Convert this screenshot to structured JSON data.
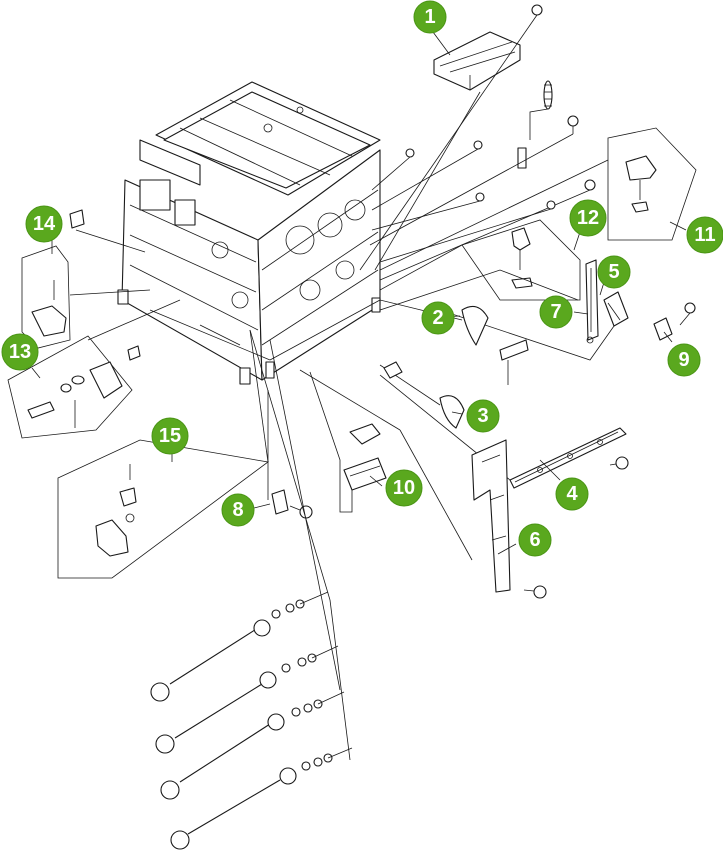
{
  "callouts": [
    {
      "id": "1",
      "label": "1"
    },
    {
      "id": "2",
      "label": "2"
    },
    {
      "id": "3",
      "label": "3"
    },
    {
      "id": "4",
      "label": "4"
    },
    {
      "id": "5",
      "label": "5"
    },
    {
      "id": "6",
      "label": "6"
    },
    {
      "id": "7",
      "label": "7"
    },
    {
      "id": "8",
      "label": "8"
    },
    {
      "id": "9",
      "label": "9"
    },
    {
      "id": "10",
      "label": "10"
    },
    {
      "id": "11",
      "label": "11"
    },
    {
      "id": "12",
      "label": "12"
    },
    {
      "id": "13",
      "label": "13"
    },
    {
      "id": "14",
      "label": "14"
    },
    {
      "id": "15",
      "label": "15"
    }
  ],
  "colors": {
    "callout_fill": "#5aa81e",
    "callout_text": "#ffffff",
    "line": "#1a1a1a"
  }
}
